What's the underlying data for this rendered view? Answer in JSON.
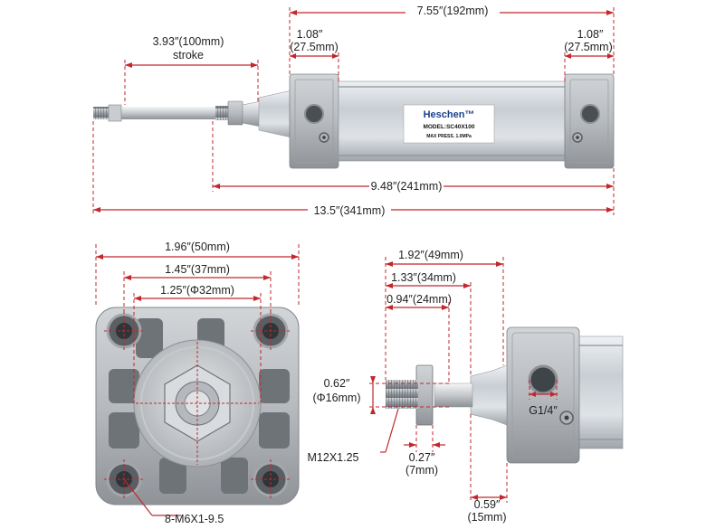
{
  "colors": {
    "dimension_line": "#c1272d",
    "body_metal": "#b9bcc0",
    "barrel_metal": "#d4d8dd",
    "label_brand": "#1c3f8c"
  },
  "top_view": {
    "total_body_length": "7.55″(192mm)",
    "left_cap_inch": "1.08″",
    "left_cap_mm": "(27.5mm)",
    "right_cap_inch": "1.08″",
    "right_cap_mm": "(27.5mm)",
    "stroke_value": "3.93″(100mm)",
    "stroke_word": "stroke",
    "retracted_length": "9.48″(241mm)",
    "extended_length": "13.5″(341mm)",
    "label": {
      "brand": "Heschen™",
      "model": "MODEL:SC40X100",
      "pressure": "MAX PRESS. 1.0MPa"
    }
  },
  "front_view": {
    "width_outer": "1.96″(50mm)",
    "bolt_spacing": "1.45″(37mm)",
    "boss_diameter": "1.25″(Φ32mm)",
    "mounting_holes": "8-M6X1-9.5"
  },
  "side_view": {
    "rod_total": "1.92″(49mm)",
    "rod_to_nut": "1.33″(34mm)",
    "rod_thread": "0.94″(24mm)",
    "rod_dia_inch": "0.62″",
    "rod_dia_mm": "(Φ16mm)",
    "thread_spec": "M12X1.25",
    "nut_inch": "0.27″",
    "nut_mm": "(7mm)",
    "boss_inch": "0.59″",
    "boss_mm": "(15mm)",
    "port_thread": "G1/4″"
  }
}
